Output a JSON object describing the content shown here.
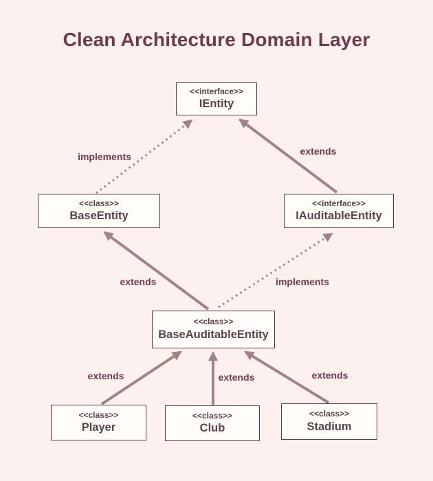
{
  "title": "Clean Architecture Domain Layer",
  "colors": {
    "background": "#fcf1ee",
    "box_fill": "#fffcfa",
    "box_border": "#4d3f40",
    "title_text": "#6e3a49",
    "node_text": "#5b4149",
    "edge_label_text": "#703c4b",
    "arrow": "#a28282"
  },
  "nodes": [
    {
      "id": "ientity",
      "stereotype": "<<interface>>",
      "name": "IEntity"
    },
    {
      "id": "base-entity",
      "stereotype": "<<class>>",
      "name": "BaseEntity"
    },
    {
      "id": "iauditable-entity",
      "stereotype": "<<interface>>",
      "name": "IAuditableEntity"
    },
    {
      "id": "base-auditable-entity",
      "stereotype": "<<class>>",
      "name": "BaseAuditableEntity"
    },
    {
      "id": "player",
      "stereotype": "<<class>>",
      "name": "Player"
    },
    {
      "id": "club",
      "stereotype": "<<class>>",
      "name": "Club"
    },
    {
      "id": "stadium",
      "stereotype": "<<class>>",
      "name": "Stadium"
    }
  ],
  "edges": [
    {
      "from": "BaseEntity",
      "to": "IEntity",
      "label": "implements",
      "style": "dotted"
    },
    {
      "from": "IAuditableEntity",
      "to": "IEntity",
      "label": "extends",
      "style": "solid"
    },
    {
      "from": "BaseAuditableEntity",
      "to": "BaseEntity",
      "label": "extends",
      "style": "solid"
    },
    {
      "from": "BaseAuditableEntity",
      "to": "IAuditableEntity",
      "label": "implements",
      "style": "dotted"
    },
    {
      "from": "Player",
      "to": "BaseAuditableEntity",
      "label": "extends",
      "style": "solid"
    },
    {
      "from": "Club",
      "to": "BaseAuditableEntity",
      "label": "extends",
      "style": "solid"
    },
    {
      "from": "Stadium",
      "to": "BaseAuditableEntity",
      "label": "extends",
      "style": "solid"
    }
  ]
}
